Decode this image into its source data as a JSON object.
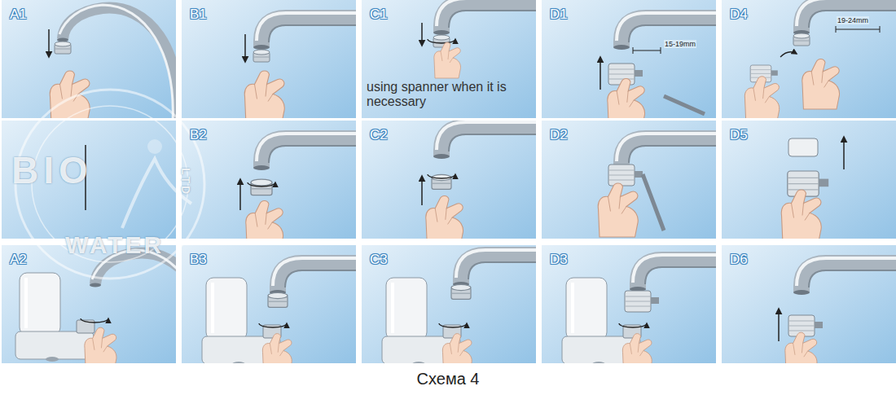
{
  "diagram": {
    "caption": "Схема 4",
    "nodes": [
      {
        "text": [
          "A1"
        ]
      },
      {
        "text": [
          "B1"
        ]
      },
      {
        "text": [
          "C1",
          "using spanner when it is necessary"
        ]
      },
      {
        "text": [
          "D1",
          "15-19mm"
        ]
      },
      {
        "text": [
          "D4",
          "19-24mm"
        ]
      },
      {
        "text": [
          "B2"
        ]
      },
      {
        "text": [
          "C2"
        ]
      },
      {
        "text": [
          "D2"
        ]
      },
      {
        "text": [
          "D5"
        ]
      },
      {
        "text": [
          "A2"
        ]
      },
      {
        "text": [
          "B3"
        ]
      },
      {
        "text": [
          "C3"
        ]
      },
      {
        "text": [
          "D3"
        ]
      },
      {
        "text": [
          "D6"
        ]
      }
    ],
    "labels": [
      "BIO",
      "WATER",
      "LTD"
    ]
  }
}
